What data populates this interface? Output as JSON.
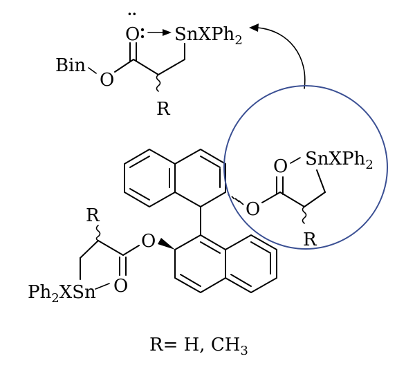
{
  "top_fragment": {
    "carbonyl_o": "O",
    "lone_pair": "··",
    "ester_o": "O",
    "bin": "Bin",
    "tin": "SnXPh",
    "tin_sub": "2",
    "r": "R"
  },
  "circled_fragment": {
    "carbonyl_o": "O",
    "tin": "SnXPh",
    "tin_sub": "2",
    "ester_o": "O",
    "r": "R"
  },
  "left_fragment": {
    "r": "R",
    "ester_o": "O",
    "carbonyl_o": "O",
    "tin_prefix": "Ph",
    "tin_sub": "2",
    "tin_suffix": "XSn"
  },
  "footnote": {
    "text": "R= H, CH",
    "sub": "3"
  },
  "colors": {
    "bonds": "#000000",
    "circle": "#3a4f93"
  }
}
